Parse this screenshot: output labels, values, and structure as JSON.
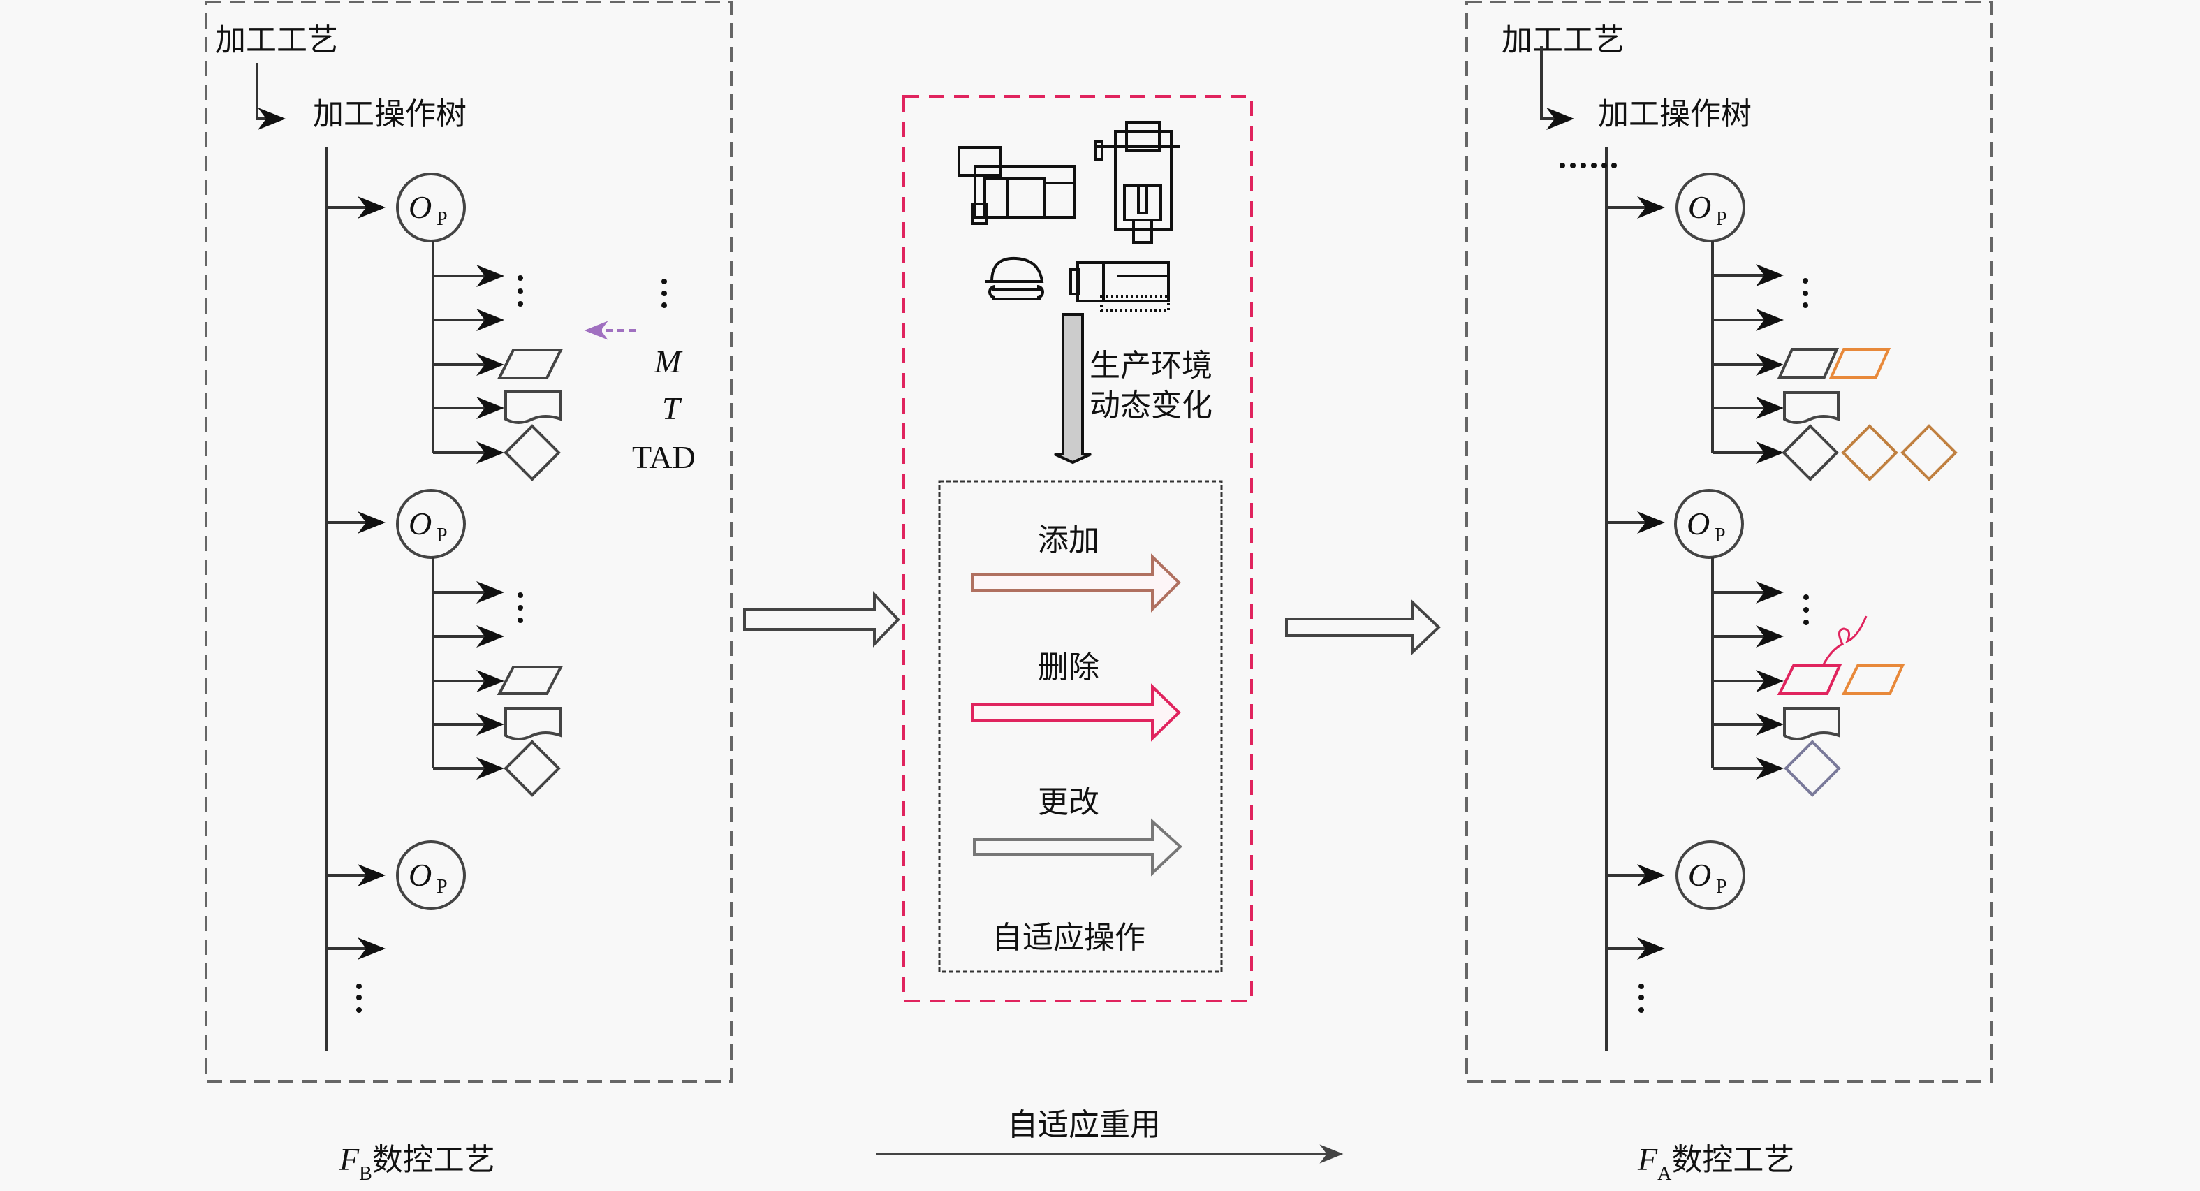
{
  "panels": {
    "before": {
      "root_label": "加工工艺",
      "tree_label": "加工操作树",
      "node_label_main": "O",
      "node_label_sub": "P",
      "caption_main": "F",
      "caption_sub": "B",
      "caption_text": "数控工艺",
      "legend": {
        "ellipsis": "⋮",
        "m_label": "M",
        "t_label": "T",
        "tad_label": "TAD"
      }
    },
    "middle": {
      "env_change_line1": "生产环境",
      "env_change_line2": "动态变化",
      "operations": [
        {
          "label": "添加",
          "color": "#e8893a"
        },
        {
          "label": "删除",
          "color": "#e0245e"
        },
        {
          "label": "更改",
          "color": "#5a8fd6"
        }
      ],
      "ops_title": "自适应操作",
      "icons": [
        "lathe-machine-icon",
        "drilling-machine-icon",
        "worker-tools-icon",
        "milling-machine-icon"
      ]
    },
    "after": {
      "root_label": "加工工艺",
      "tree_label": "加工操作树",
      "leading_ellipsis": "……",
      "node_label_main": "O",
      "node_label_sub": "P",
      "caption_main": "F",
      "caption_sub": "A",
      "caption_text": "数控工艺"
    }
  },
  "bottom_flow_label": "自适应重用",
  "colors": {
    "frame": "#666666",
    "middle_frame": "#e0245e",
    "add": "#e8893a",
    "delete": "#e0245e",
    "change": "#5a8fd6",
    "legend_arrow": "#a070c0",
    "env_arrow_fill": "#cccccc"
  }
}
